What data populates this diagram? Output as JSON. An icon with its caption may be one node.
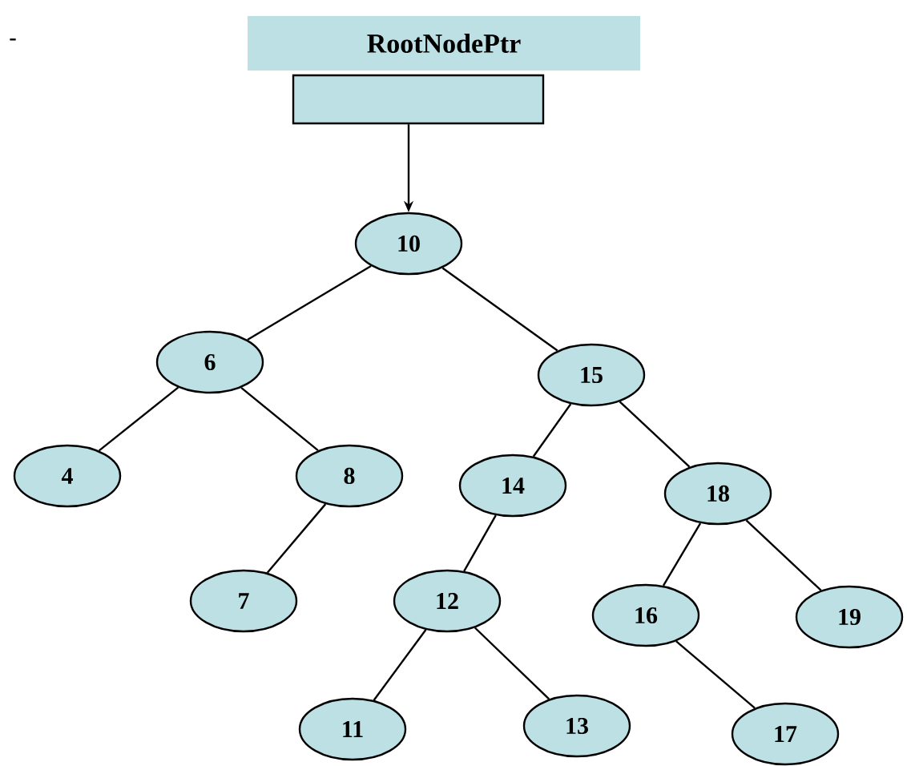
{
  "diagram": {
    "nodes": [
      {
        "text": [
          "RootNodePtr"
        ]
      },
      {
        "text": [],
        "shape": "box"
      },
      {
        "text": [
          "10"
        ]
      },
      {
        "text": [
          "6"
        ]
      },
      {
        "text": [
          "15"
        ]
      },
      {
        "text": [
          "4"
        ]
      },
      {
        "text": [
          "8"
        ]
      },
      {
        "text": [
          "14"
        ]
      },
      {
        "text": [
          "18"
        ]
      },
      {
        "text": [
          "7"
        ]
      },
      {
        "text": [
          "12"
        ]
      },
      {
        "text": [
          "16"
        ]
      },
      {
        "text": [
          "19"
        ]
      },
      {
        "text": [
          "11"
        ]
      },
      {
        "text": [
          "13"
        ]
      },
      {
        "text": [
          "17"
        ]
      }
    ],
    "edges": [
      {
        "from": 1,
        "to": 2,
        "arrow": "to"
      },
      {
        "from": 2,
        "to": 3,
        "arrow": "none"
      },
      {
        "from": 2,
        "to": 4,
        "arrow": "none"
      },
      {
        "from": 3,
        "to": 5,
        "arrow": "none"
      },
      {
        "from": 3,
        "to": 6,
        "arrow": "none"
      },
      {
        "from": 6,
        "to": 9,
        "arrow": "none"
      },
      {
        "from": 4,
        "to": 7,
        "arrow": "none"
      },
      {
        "from": 4,
        "to": 8,
        "arrow": "none"
      },
      {
        "from": 7,
        "to": 10,
        "arrow": "none"
      },
      {
        "from": 10,
        "to": 13,
        "arrow": "none"
      },
      {
        "from": 10,
        "to": 14,
        "arrow": "none"
      },
      {
        "from": 8,
        "to": 11,
        "arrow": "none"
      },
      {
        "from": 8,
        "to": 12,
        "arrow": "none"
      },
      {
        "from": 11,
        "to": 15,
        "arrow": "none"
      }
    ],
    "labels": [
      "-"
    ]
  }
}
